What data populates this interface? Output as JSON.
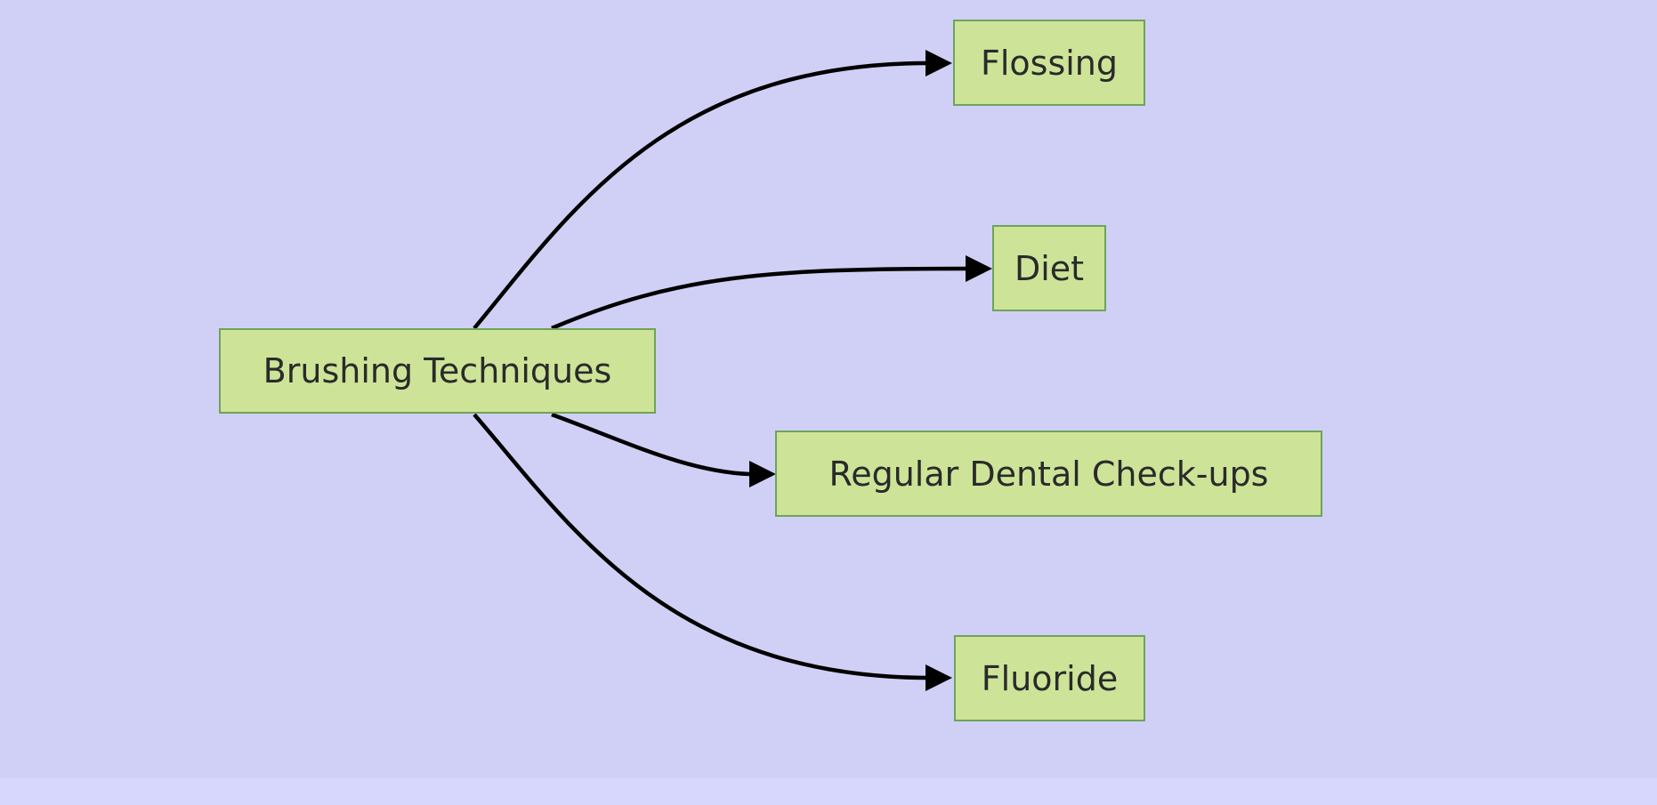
{
  "diagram": {
    "type": "flowchart",
    "direction": "left-to-right",
    "colors": {
      "background": "#d0d0f6",
      "node_fill": "#cde498",
      "node_border": "#6ea35a",
      "edge": "#000000",
      "text": "#2a2a2a"
    },
    "nodes": [
      {
        "id": "brushing",
        "label": "Brushing Techniques"
      },
      {
        "id": "flossing",
        "label": "Flossing"
      },
      {
        "id": "diet",
        "label": "Diet"
      },
      {
        "id": "checkups",
        "label": "Regular Dental Check-ups"
      },
      {
        "id": "fluoride",
        "label": "Fluoride"
      }
    ],
    "edges": [
      {
        "from": "brushing",
        "to": "flossing"
      },
      {
        "from": "brushing",
        "to": "diet"
      },
      {
        "from": "brushing",
        "to": "checkups"
      },
      {
        "from": "brushing",
        "to": "fluoride"
      }
    ]
  }
}
